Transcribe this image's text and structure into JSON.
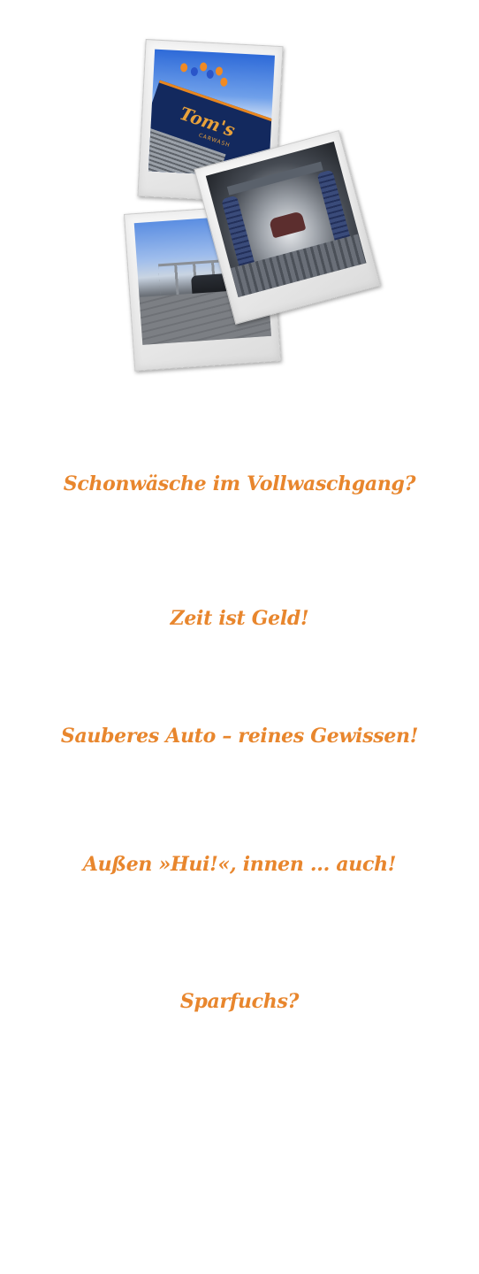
{
  "hero": {
    "sign_text": "Tom's",
    "sign_sub": "CARWASH"
  },
  "headings": [
    "Schonwäsche im Vollwaschgang?",
    "Zeit ist Geld!",
    "Sauberes Auto – reines Gewissen!",
    "Außen »Hui!«, innen ... auch!",
    "Sparfuchs?"
  ],
  "colors": {
    "heading": "#e8862d",
    "sign_background": "#13295e",
    "sign_text": "#e8a13a",
    "balloon_orange": "#f08a24",
    "balloon_blue": "#2a55c9"
  }
}
